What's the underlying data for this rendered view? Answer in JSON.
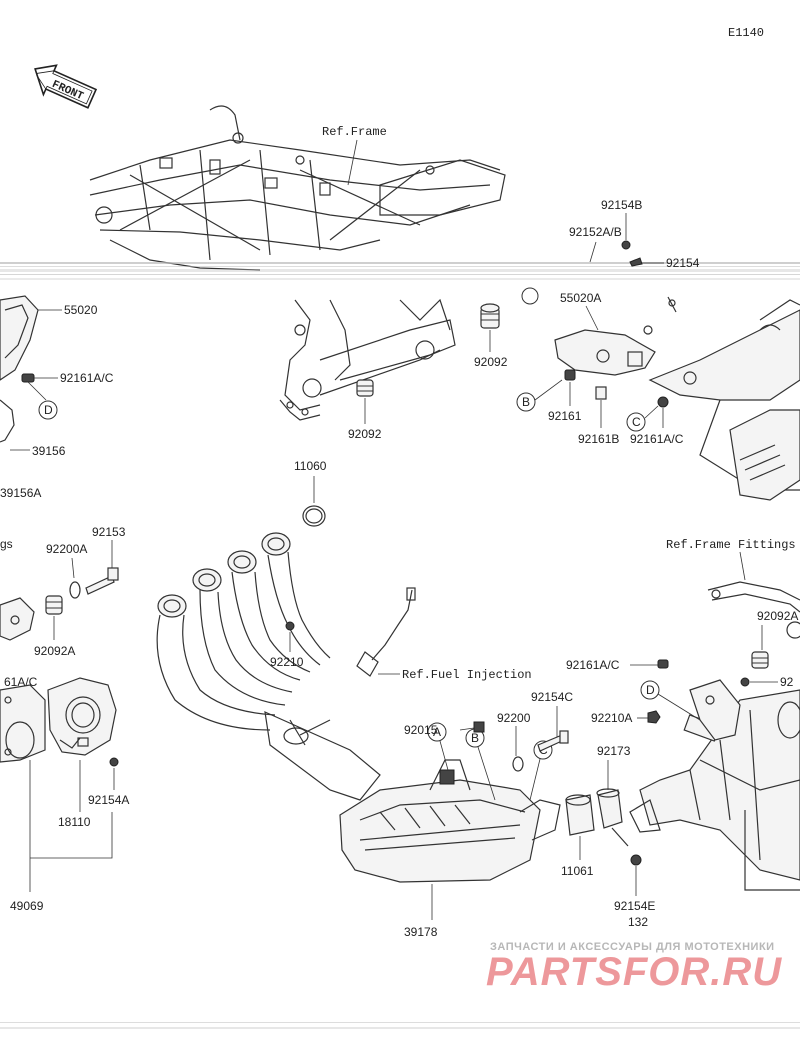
{
  "diagram_code": "E1140",
  "front_label": "FRONT",
  "references": {
    "frame": "Ref.Frame",
    "frame_fittings": "Ref.Frame Fittings",
    "fuel_injection": "Ref.Fuel Injection"
  },
  "parts": {
    "p55020": "55020",
    "p92161ac_left": "92161A/C",
    "p39156": "39156",
    "p39156a": "39156A",
    "p92154b": "92154B",
    "p92152ab": "92152A/B",
    "p92154": "92154",
    "p55020a": "55020A",
    "p92092_upper": "92092",
    "p92092_lower": "92092",
    "p92161": "92161",
    "p92161b": "92161B",
    "p92161ac_right": "92161A/C",
    "p11060": "11060",
    "p92153": "92153",
    "p92200a": "92200A",
    "gs_fragment": "gs",
    "p92092a_left": "92092A",
    "p92210_center": "92210",
    "p61ac": "61A/C",
    "p92154a": "92154A",
    "p18110": "18110",
    "p49069": "49069",
    "p92092a_right": "92092A",
    "p92161ac_lower": "92161A/C",
    "p92_right_fragment": "92",
    "p92154c": "92154C",
    "p92015": "92015",
    "p92200": "92200",
    "p92210a": "92210A",
    "p92173": "92173",
    "p11061": "11061",
    "p92154e": "92154E",
    "p132": "132",
    "p39178": "39178"
  },
  "callouts": [
    "A",
    "B",
    "C",
    "D"
  ],
  "watermark": {
    "tagline": "ЗАПЧАСТИ И АКСЕССУАРЫ ДЛЯ МОТОТЕХНИКИ",
    "brand": "PARTSFOR.RU"
  }
}
